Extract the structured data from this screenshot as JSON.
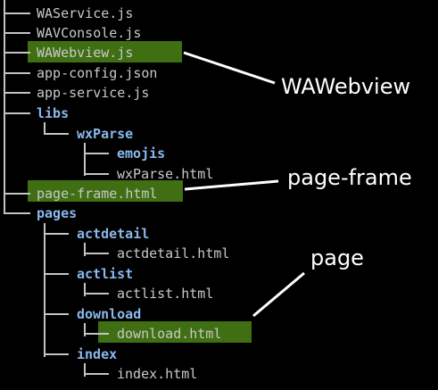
{
  "tree": [
    {
      "text": "WAService.js",
      "type": "file"
    },
    {
      "text": "WAVConsole.js",
      "type": "file"
    },
    {
      "text": "WAWebview.js",
      "type": "file"
    },
    {
      "text": "app-config.json",
      "type": "file"
    },
    {
      "text": "app-service.js",
      "type": "file"
    },
    {
      "text": "libs",
      "type": "dir"
    },
    {
      "text": "wxParse",
      "type": "dir"
    },
    {
      "text": "emojis",
      "type": "dir"
    },
    {
      "text": "wxParse.html",
      "type": "file"
    },
    {
      "text": "page-frame.html",
      "type": "file"
    },
    {
      "text": "pages",
      "type": "dir"
    },
    {
      "text": "actdetail",
      "type": "dir"
    },
    {
      "text": "actdetail.html",
      "type": "file"
    },
    {
      "text": "actlist",
      "type": "dir"
    },
    {
      "text": "actlist.html",
      "type": "file"
    },
    {
      "text": "download",
      "type": "dir"
    },
    {
      "text": "download.html",
      "type": "file"
    },
    {
      "text": "index",
      "type": "dir"
    },
    {
      "text": "index.html",
      "type": "file"
    }
  ],
  "callouts": {
    "wawebview": "WAWebview",
    "page_frame": "page-frame",
    "page": "page"
  },
  "colors": {
    "highlight": "#3f6f12",
    "directory": "#8ab8ee",
    "file": "#c9c9c9",
    "background": "#000000"
  }
}
